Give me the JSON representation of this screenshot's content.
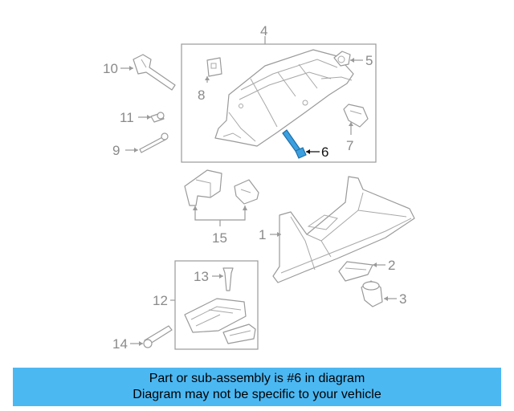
{
  "diagram": {
    "callouts": {
      "c1": "1",
      "c2": "2",
      "c3": "3",
      "c4": "4",
      "c5": "5",
      "c6": "6",
      "c7": "7",
      "c8": "8",
      "c9": "9",
      "c10": "10",
      "c11": "11",
      "c12": "12",
      "c13": "13",
      "c14": "14",
      "c15": "15"
    },
    "highlighted_part": "6",
    "highlight_color": "#3aa0e0"
  },
  "banner": {
    "line1": "Part or sub-assembly is #6 in diagram",
    "line2": "Diagram may not be specific to your vehicle",
    "color": "#4cb8f2"
  }
}
